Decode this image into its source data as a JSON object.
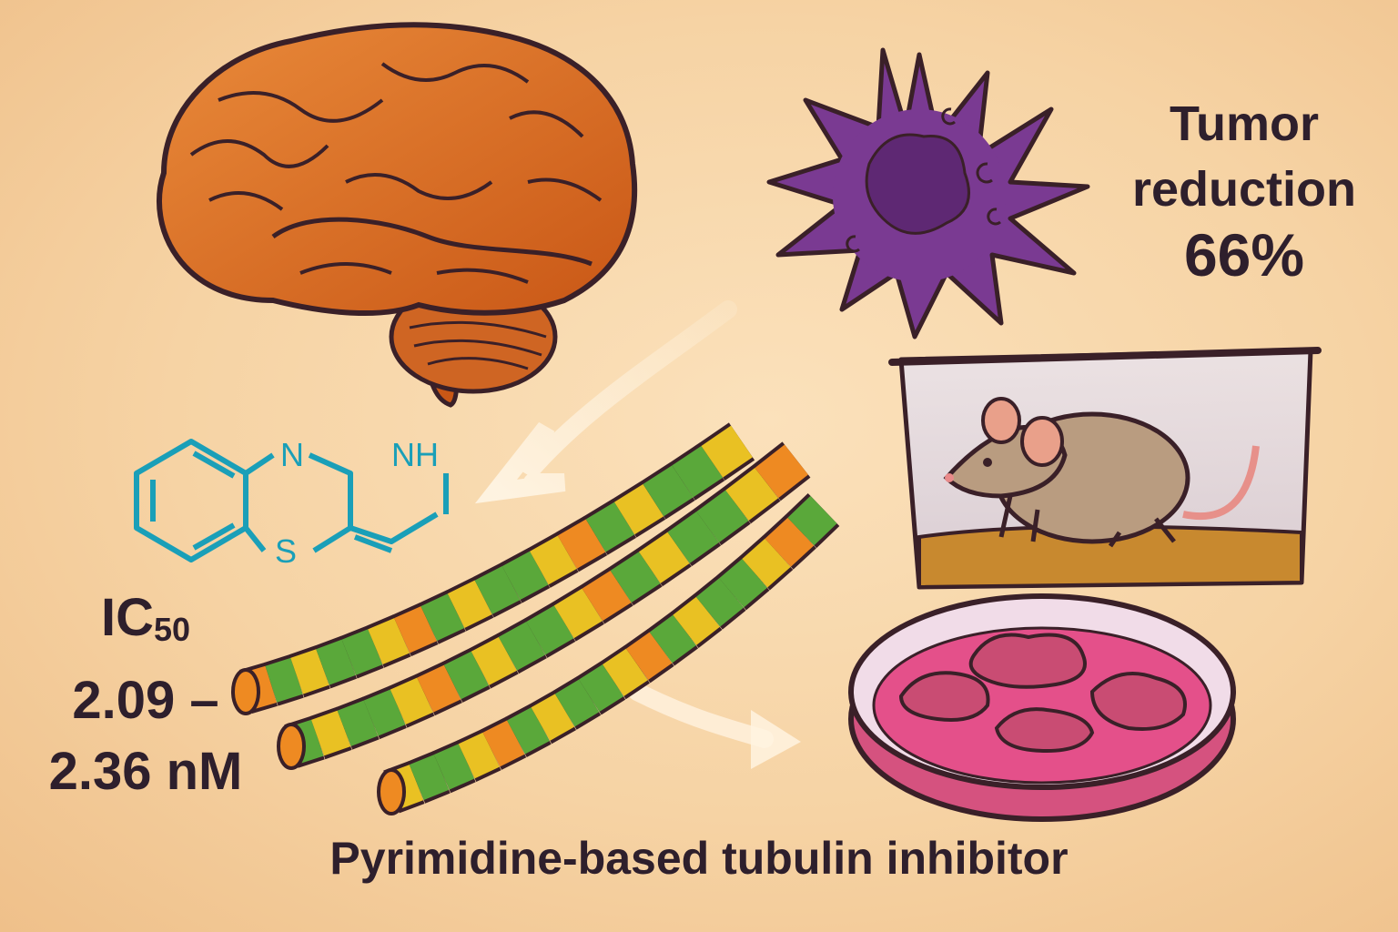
{
  "stats": {
    "tumor_line1": "Tumor",
    "tumor_line2": "reduction",
    "tumor_value": "66%",
    "ic_label": "IC",
    "ic_subscript": "50",
    "ic_range_line1": "2.09 –",
    "ic_range_line2": "2.36 nM"
  },
  "molecule": {
    "atom_n": "N",
    "atom_nh": "NH",
    "atom_s": "S"
  },
  "caption": "Pyrimidine-based tubulin inhibitor",
  "icons": [
    "brain-icon",
    "tumor-cell-icon",
    "mouse-cage-icon",
    "petri-dish-icon",
    "microtubule-icon",
    "molecule-structure"
  ],
  "colors": {
    "background": "#f6d3a4",
    "brain": "#d86a22",
    "tumor_cell": "#7a3a92",
    "molecule": "#1a9fb8",
    "tubulin_green": "#5aa83a",
    "tubulin_yellow": "#e9c123",
    "tubulin_orange": "#ee8a22",
    "dish_medium": "#e4508a"
  }
}
